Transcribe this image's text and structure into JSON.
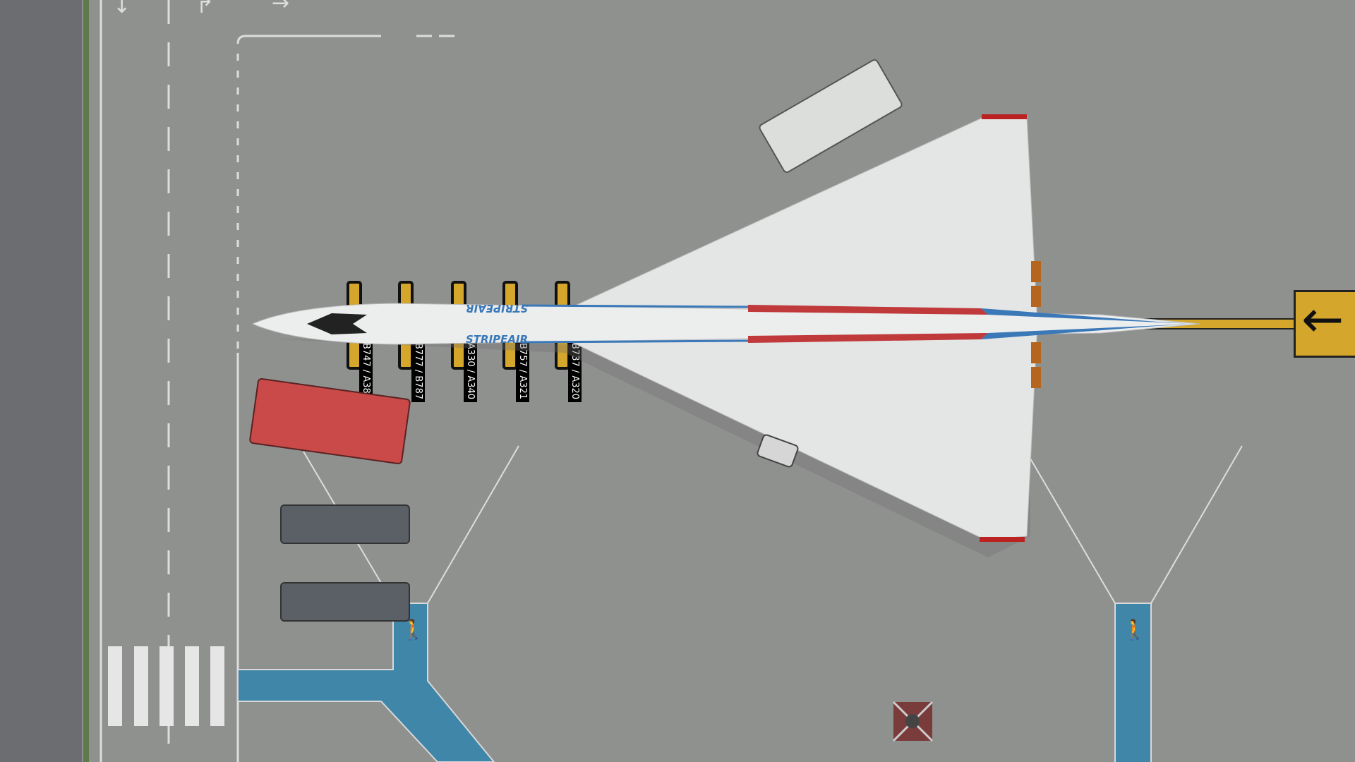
{
  "stand": {
    "stop_labels": [
      "B747 / A380",
      "B777 / B787",
      "A330 / A340",
      "B757 / A321",
      "B737 / A320"
    ]
  },
  "aircraft": {
    "livery": "STRIPEAIR",
    "colors": {
      "body": "#e8e9e9",
      "red": "#c0393b",
      "blue": "#3a78b8"
    }
  },
  "guidance_sign": {
    "icon": "arrow-left-icon",
    "color": "#d4a72c"
  },
  "colors": {
    "apron": "#8f918f",
    "walkway": "#3f86a8",
    "lead_in_line": "#d4a72c"
  },
  "icons": [
    "pedestrian-icon",
    "pedestrian-icon",
    "lane-arrow-icon",
    "hazard-marker-icon"
  ]
}
